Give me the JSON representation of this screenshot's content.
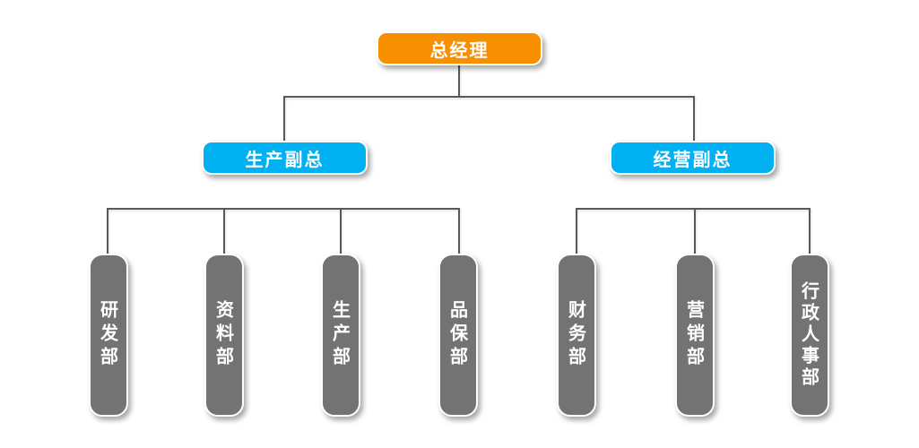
{
  "colors": {
    "orange": "#F78F00",
    "blue": "#00B0F0",
    "gray": "#737373",
    "line": "#595959",
    "bg": "#FFFFFF"
  },
  "org": {
    "root": {
      "label": "总经理"
    },
    "managers": [
      {
        "label": "生产副总"
      },
      {
        "label": "经营副总"
      }
    ],
    "departments": {
      "production": [
        {
          "label": "研发部"
        },
        {
          "label": "资料部"
        },
        {
          "label": "生产部"
        },
        {
          "label": "品保部"
        }
      ],
      "operations": [
        {
          "label": "财务部"
        },
        {
          "label": "营销部"
        },
        {
          "label": "行政人事部"
        }
      ]
    }
  }
}
